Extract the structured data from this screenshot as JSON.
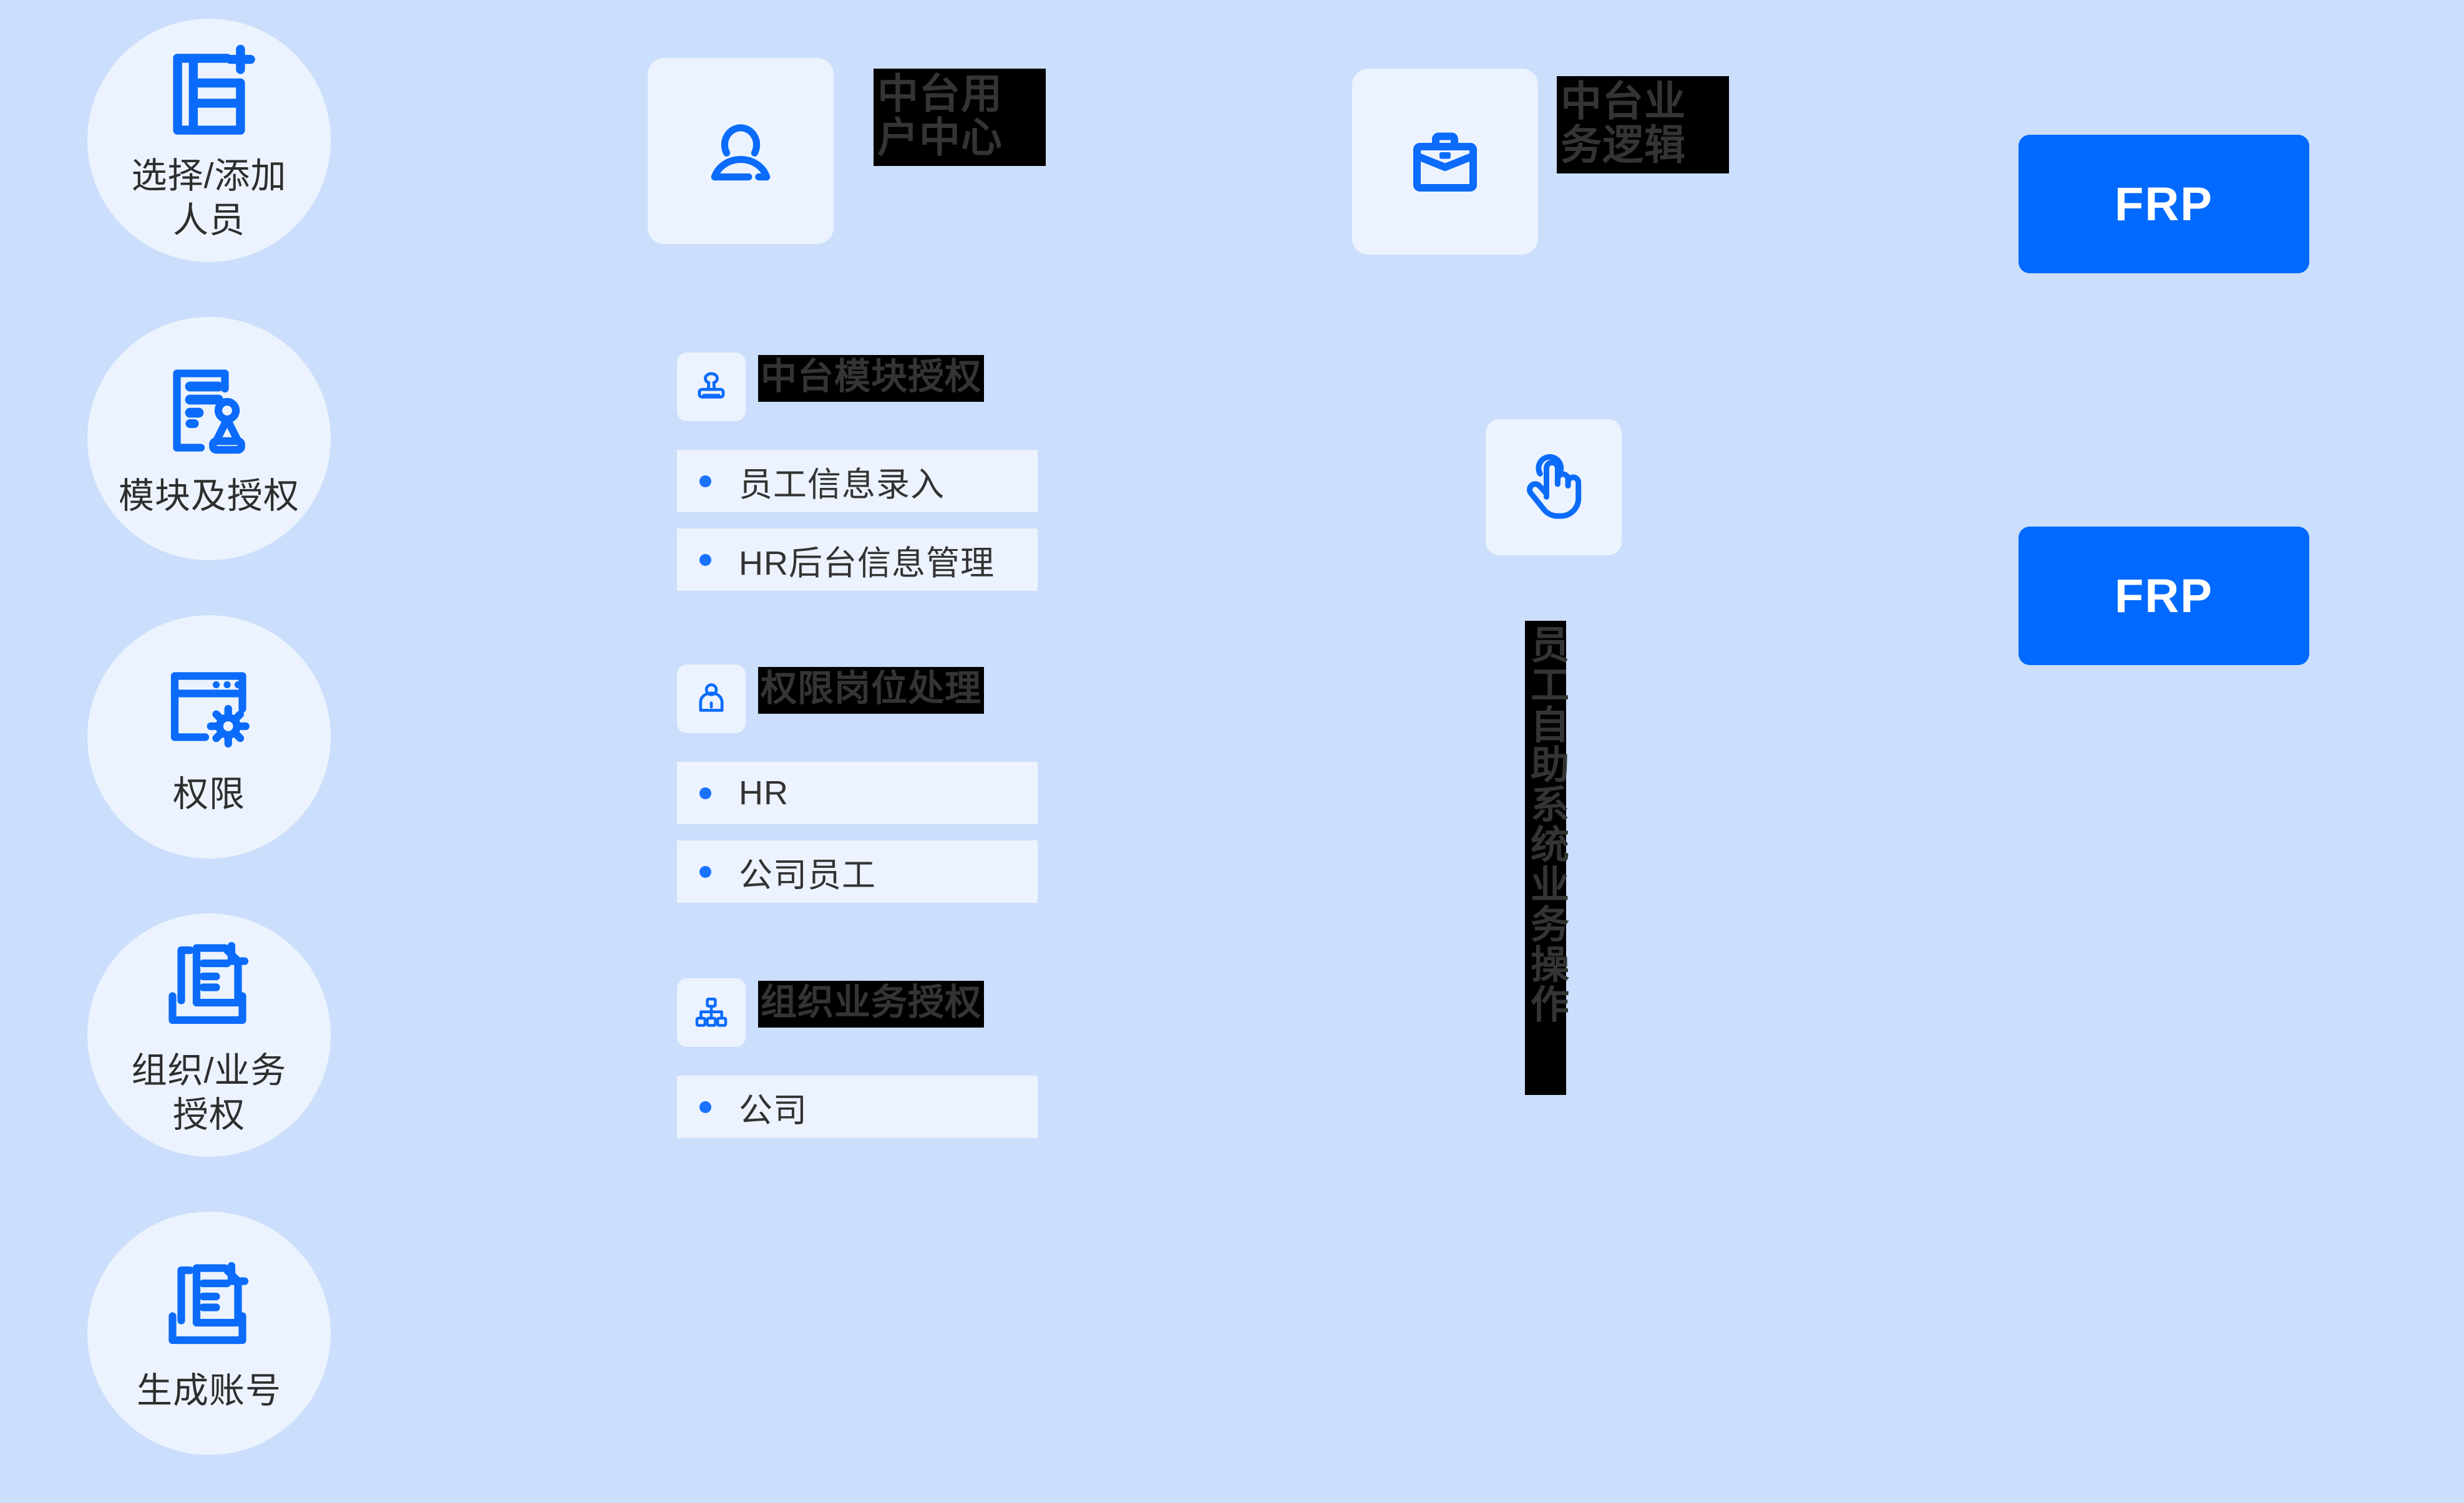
{
  "canvas": {
    "background_color": "#cbdefb",
    "tile_color": "#ecf3fe",
    "accent_color": "#0069ff",
    "highlight_bg": "#000000",
    "highlight_text_color": "#343434"
  },
  "left_steps": [
    {
      "id": "select-add-person",
      "label": "选择/添加\n人员",
      "icon": "add-layout-icon"
    },
    {
      "id": "module-and-auth",
      "label": "模块及授权",
      "icon": "document-stamp-icon"
    },
    {
      "id": "permission",
      "label": "权限",
      "icon": "window-gear-icon"
    },
    {
      "id": "org-business-auth",
      "label": "组织/业务\n授权",
      "icon": "documents-tray-icon"
    },
    {
      "id": "generate-account",
      "label": "生成账号",
      "icon": "documents-tray-icon"
    }
  ],
  "headers": [
    {
      "id": "user-center",
      "label": "中台用\n户中心",
      "icon": "user-icon"
    },
    {
      "id": "business-logic",
      "label": "中台业\n务逻辑",
      "icon": "briefcase-icon"
    }
  ],
  "groups": [
    {
      "id": "module-authorization",
      "title": "中台模块授权",
      "icon": "stamp-icon",
      "items": [
        "员工信息录入",
        "HR后台信息管理"
      ]
    },
    {
      "id": "role-position-handling",
      "title": "权限岗位处理",
      "icon": "user-badge-icon",
      "items": [
        "HR",
        "公司员工"
      ]
    },
    {
      "id": "organization-business-authorization",
      "title": "组织业务授权",
      "icon": "org-tree-icon",
      "items": [
        "公司"
      ]
    }
  ],
  "gesture": {
    "id": "tap-gesture",
    "icon": "tap-hand-icon"
  },
  "vertical_note": {
    "id": "self-service-note",
    "label": "员工自助系统业务操作"
  },
  "frp_buttons": [
    {
      "id": "frp-top",
      "label": "FRP"
    },
    {
      "id": "frp-bottom",
      "label": "FRP"
    }
  ]
}
